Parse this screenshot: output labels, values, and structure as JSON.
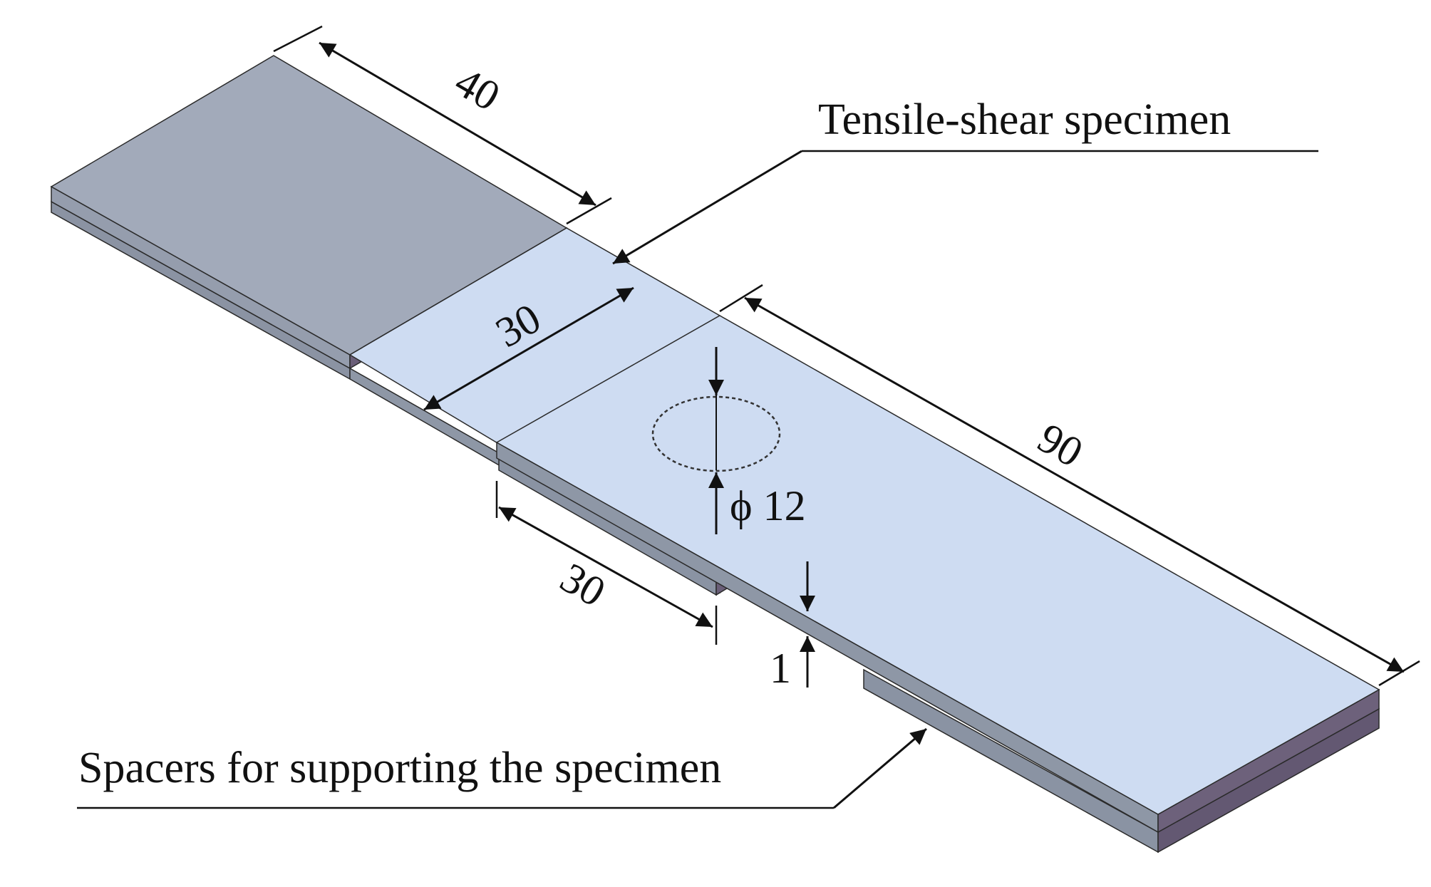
{
  "figure": {
    "callouts": {
      "top": "Tensile-shear specimen",
      "bottom": "Spacers for supporting the specimen"
    },
    "dimensions": {
      "spacer_width": "40",
      "overlap_width": "30",
      "overlap_length": "30",
      "plate_length": "90",
      "hole_diameter": "ϕ 12",
      "thickness": "1"
    },
    "colors": {
      "spacer_top": "#A2AABA",
      "spacer_front": "#6A5E78",
      "spacer_side": "#8B93A3",
      "plate_top": "#CEDCF2",
      "plate_side": "#8E97A6",
      "plate_front": "#635872",
      "ink": "#111111",
      "background": "#FFFFFF"
    }
  }
}
